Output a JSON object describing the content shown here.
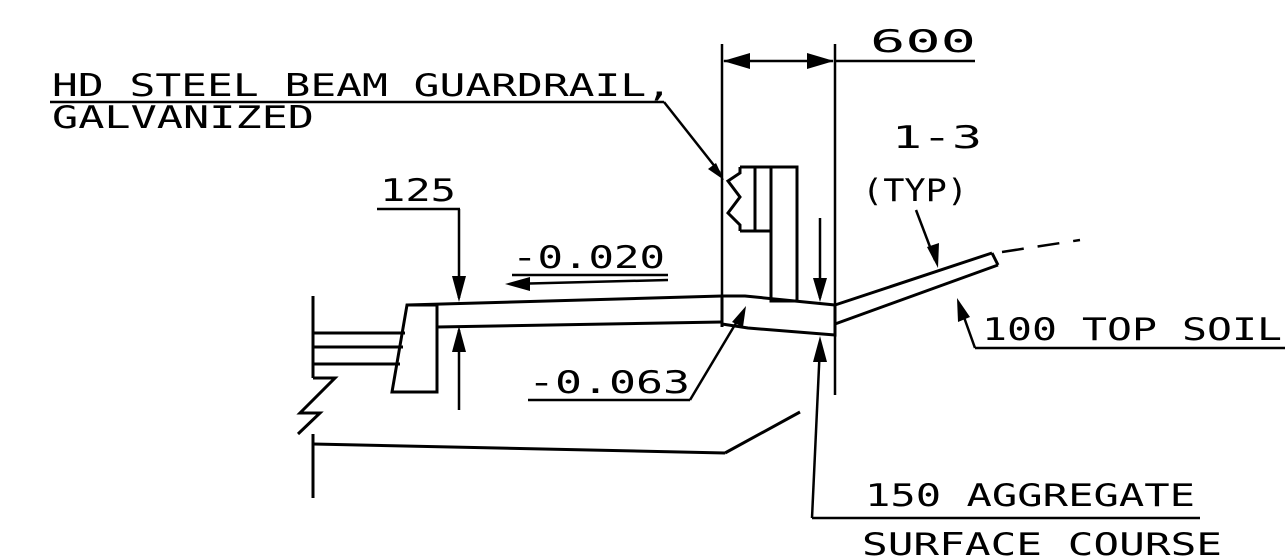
{
  "labels": {
    "guardrail_line1": "HD STEEL BEAM GUARDRAIL,",
    "guardrail_line2": "GALVANIZED",
    "dim_600": "600",
    "dim_125": "125",
    "slope_pavement": "-0.020",
    "slope_shoulder": "-0.063",
    "side_slope_line1": "1-3",
    "side_slope_line2": "(TYP)",
    "top_soil": "100 TOP SOIL",
    "aggregate_line1": "150 AGGREGATE",
    "aggregate_line2": "SURFACE COURSE"
  },
  "colors": {
    "line": "#000000",
    "background": "#ffffff"
  }
}
